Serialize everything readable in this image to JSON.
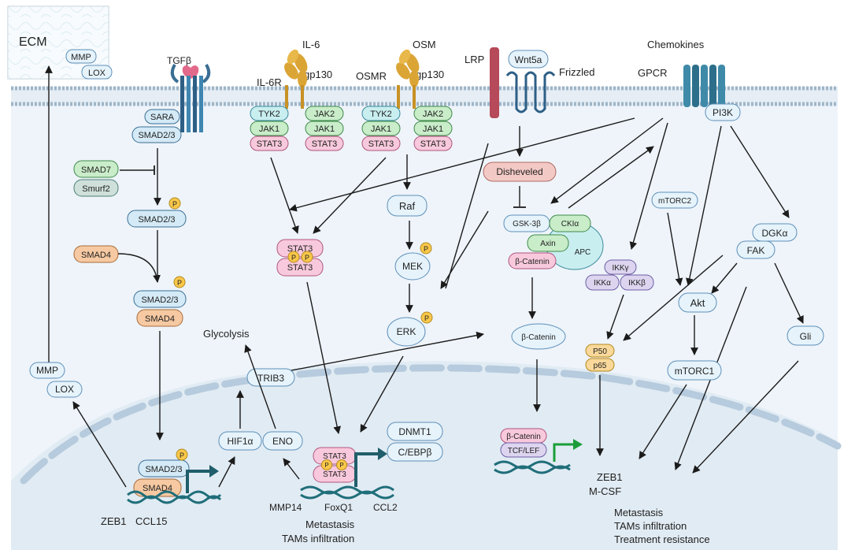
{
  "ecm": {
    "title": "ECM",
    "mmp": "MMP",
    "lox": "LOX"
  },
  "receptors": {
    "tgfb": "TGFβ",
    "il6": "IL-6",
    "il6r": "IL-6R",
    "gp130_a": "gp130",
    "osm": "OSM",
    "osmr": "OSMR",
    "gp130_b": "gp130",
    "lrp": "LRP",
    "wnt5a": "Wnt5a",
    "frizzled": "Frizzled",
    "chemokines": "Chemokines",
    "gpcr": "GPCR",
    "pi3k": "PI3K"
  },
  "tgf_path": {
    "sara": "SARA",
    "smad23_top": "SMAD2/3",
    "smad7": "SMAD7",
    "smurf2": "Smurf2",
    "smad23_p": "SMAD2/3",
    "smad4_free": "SMAD4",
    "smad23_c": "SMAD2/3",
    "smad4_c": "SMAD4",
    "smad23_n": "SMAD2/3",
    "smad4_n": "SMAD4",
    "zeb1": "ZEB1",
    "ccl15": "CCL15",
    "mmp": "MMP",
    "lox": "LOX"
  },
  "jak_stat": {
    "tyk2_a": "TYK2",
    "jak1_a": "JAK1",
    "stat3_a": "STAT3",
    "jak2_a": "JAK2",
    "jak1_a2": "JAK1",
    "stat3_a2": "STAT3",
    "tyk2_b": "TYK2",
    "jak1_b": "JAK1",
    "stat3_b": "STAT3",
    "jak2_b": "JAK2",
    "jak1_b2": "JAK1",
    "stat3_b2": "STAT3",
    "stat3_dimer_top": "STAT3",
    "stat3_dimer_bottom": "STAT3"
  },
  "mapk": {
    "raf": "Raf",
    "mek": "MEK",
    "erk": "ERK"
  },
  "wnt": {
    "dishevelled": "Disheveled",
    "gsk3b": "GSK-3β",
    "cki": "CKIα",
    "axin": "Axin",
    "apc": "APC",
    "bcat_complex": "β-Catenin",
    "bcat_free": "β-Catenin",
    "bcat_n": "β-Catenin",
    "tcf": "TCF/LEF"
  },
  "nfkb": {
    "ikkg": "IKKγ",
    "ikka": "IKKα",
    "ikkb": "IKKβ",
    "p50": "P50",
    "p65": "p65"
  },
  "pi3k_path": {
    "mtorc2": "mTORC2",
    "dgka": "DGKα",
    "fak": "FAK",
    "akt": "Akt",
    "mtorc1": "mTORC1",
    "gli": "Gli"
  },
  "metabolism": {
    "glycolysis": "Glycolysis",
    "trib3": "TRIB3",
    "hif1a": "HIF1α",
    "eno": "ENO"
  },
  "nucleus": {
    "stat3_top": "STAT3",
    "stat3_bottom": "STAT3",
    "dnmt1": "DNMT1",
    "cebpb": "C/EBPβ",
    "mmp14": "MMP14",
    "foxq1": "FoxQ1",
    "ccl2": "CCL2",
    "zeb1": "ZEB1",
    "mcsf": "M-CSF",
    "outcome_mid_1": "Metastasis",
    "outcome_mid_2": "TAMs infiltration",
    "outcome_right_1": "Metastasis",
    "outcome_right_2": "TAMs infiltration",
    "outcome_right_3": "Treatment resistance"
  },
  "phospho_label": "P",
  "colors": {
    "membrane": "#9fb6c9",
    "cytoplasm": "#eef4fa",
    "nucleus": "#e1ebf3",
    "outline": "#5e8fb8",
    "smad": "#d4eaf6",
    "smad4": "#f6c9a2",
    "green_box": "#c9ecc9",
    "teal_box": "#c9eef0",
    "stat3": "#f8c9dc",
    "dishevelled": "#f3c9c5",
    "purple_box": "#ddd5ef",
    "phospho": "#f9c84a",
    "receptor_gold": "#dba536",
    "lrp_red": "#b64a5a",
    "gpcr_teal": "#3f8aa8",
    "dna": "#1f6e7a",
    "promoter_arrow": "#1a9d3a"
  }
}
